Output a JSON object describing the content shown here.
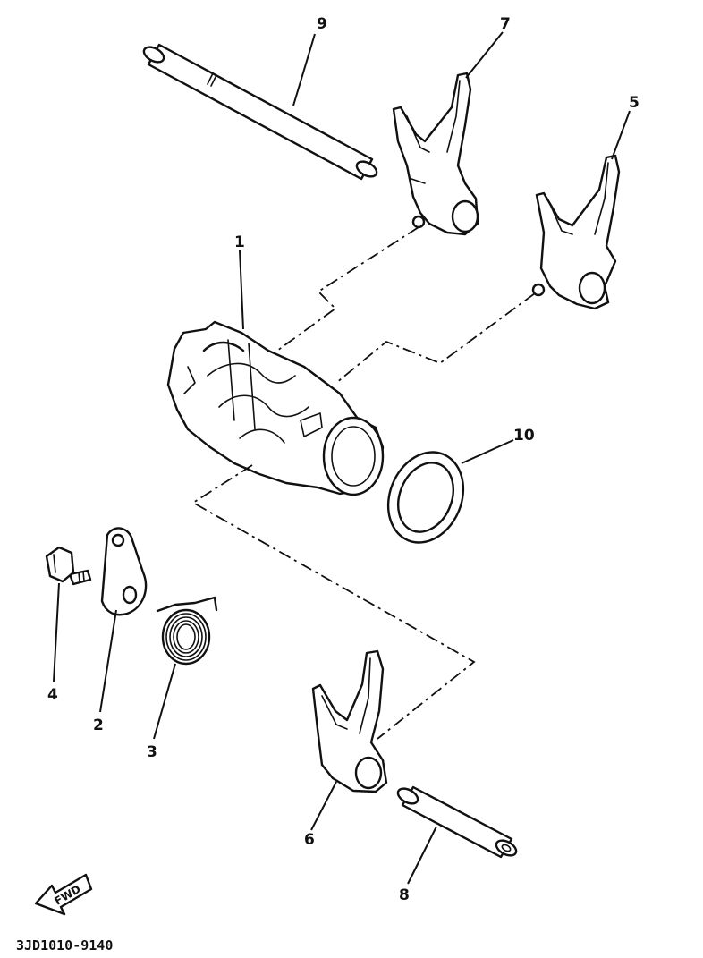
{
  "diagram": {
    "callouts": {
      "c1": "1",
      "c2": "2",
      "c3": "3",
      "c4": "4",
      "c5": "5",
      "c6": "6",
      "c7": "7",
      "c8": "8",
      "c9": "9",
      "c10": "10"
    },
    "fwd_label": "FWD",
    "code": "3JD1010-9140"
  }
}
